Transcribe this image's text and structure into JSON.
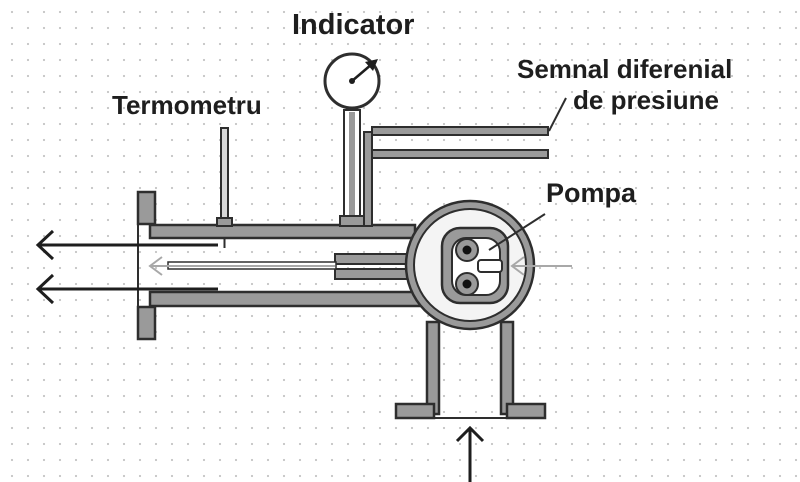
{
  "labels": {
    "indicator": "Indicator",
    "thermometer": "Termometru",
    "signal_line1": "Semnal diferenial",
    "signal_line2": "de presiune",
    "pump": "Pompa"
  },
  "colors": {
    "outline": "#2e2e2e",
    "fill": "#9a9a9a",
    "dots": "#c4c4c4",
    "light_arrow": "#a8a8a8"
  }
}
